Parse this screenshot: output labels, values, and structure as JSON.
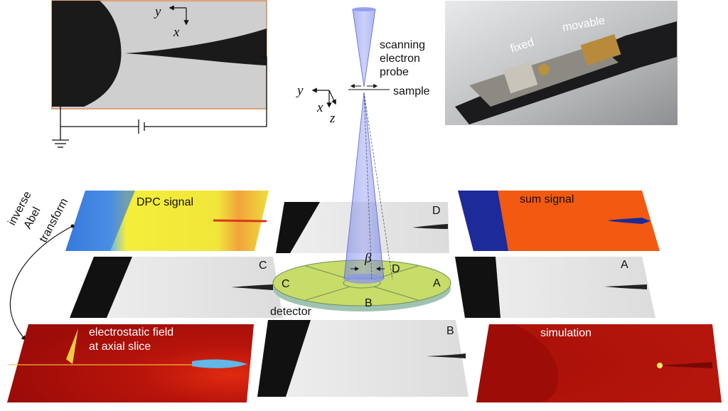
{
  "labels": {
    "probe_line1": "scanning",
    "probe_line2": "electron",
    "probe_line3": "probe",
    "sample": "sample",
    "fixed": "fixed",
    "movable": "movable",
    "dpc_signal": "DPC signal",
    "sum_signal": "sum signal",
    "inverse_line1": "inverse",
    "inverse_line2": "Abel",
    "inverse_line3": "transform",
    "detector": "detector",
    "field_line1": "electrostatic field",
    "field_line2": "at axial slice",
    "simulation": "simulation",
    "beta": "β"
  },
  "axes": {
    "top_left": {
      "y": "y",
      "x": "x"
    },
    "center": {
      "y": "y",
      "x": "x",
      "z": "z"
    }
  },
  "segments": {
    "A": "A",
    "B": "B",
    "C": "C",
    "D": "D"
  },
  "panels": {
    "center_top": "D",
    "left_mid": "C",
    "right_mid": "A",
    "center_bottom": "B"
  }
}
